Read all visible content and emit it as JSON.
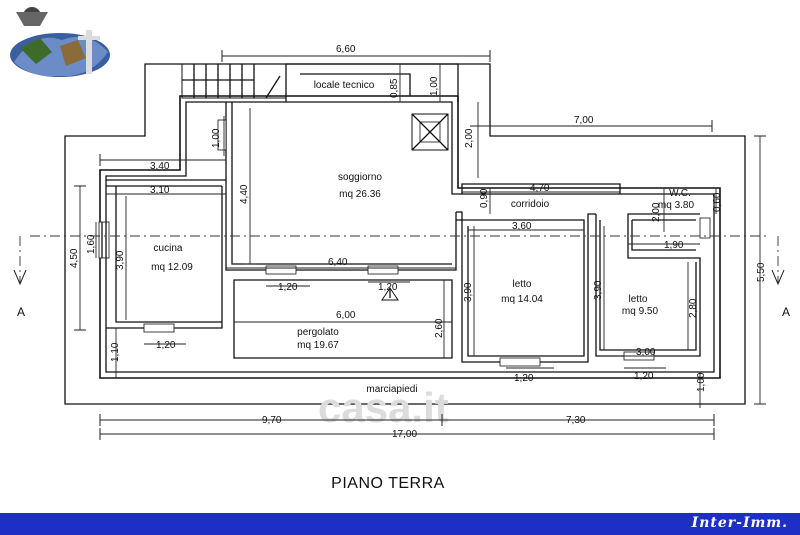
{
  "drawing": {
    "title": "PIANO TERRA",
    "section_left": "A",
    "section_right": "A",
    "watermark": "casa.it",
    "logo": "logo-emblem"
  },
  "rooms": {
    "locale_tecnico": "locale tecnico",
    "soggiorno": "soggiorno",
    "soggiorno_area": "mq 26.36",
    "corridoio": "corridoio",
    "wc": "W.C.",
    "wc_area": "mq 3.80",
    "cucina": "cucina",
    "cucina_area": "mq 12.09",
    "letto1": "letto",
    "letto1_area": "mq 14.04",
    "letto2": "letto",
    "letto2_area": "mq 9.50",
    "pergolato": "pergolato",
    "pergolato_area": "mq 19.67",
    "marciapiedi": "marciapiedi"
  },
  "dimensions": {
    "top_660": "6,60",
    "lt_085": "0,85",
    "lt_100": "1,00",
    "right_700": "7,00",
    "v_200": "2,00",
    "left_100": "1,00",
    "left_340": "3,40",
    "left_310": "3,10",
    "v_440": "4,40",
    "corr_470": "4,70",
    "corr_090": "0,90",
    "wc_200": "2,00",
    "wc_060": "0,60",
    "wc_190": "1,90",
    "h_360": "3,60",
    "left_450": "4,50",
    "left_160": "1,60",
    "cucina_390": "3,90",
    "mid_640": "6,40",
    "mid_120a": "1,20",
    "mid_120b": "1,20",
    "letto_390a": "3,90",
    "letto_390b": "3,90",
    "letto_280": "2,80",
    "right_550": "5,50",
    "perg_600": "6,00",
    "perg_260": "2,60",
    "left_110": "1,10",
    "cucina_120": "1,20",
    "l2_300": "3,00",
    "l1_120": "1,20",
    "l2_120": "1,20",
    "right_100": "1,00",
    "bottom_970": "9,70",
    "bottom_730": "7,30",
    "bottom_1700": "17,00"
  },
  "footer": {
    "brand": "Inter-Imm.",
    "color": "#1d2fc4"
  }
}
